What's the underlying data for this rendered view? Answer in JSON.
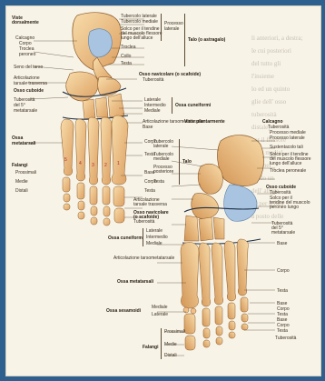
{
  "top_view": {
    "title_line1": "Viste",
    "title_line2": "dorsalmente",
    "calcagno": "Calcagno",
    "corpo": "Corpo",
    "troclea": "Troclea",
    "peroneo": "peroneo",
    "seno_tarso": "Seno del tarso",
    "articolazione": "Articolazione",
    "tarsale_trasversa": "tarsale trasversa",
    "osso_cuboide": "Osso cuboide",
    "tuberosita": "Tuberosità",
    "del5": "del 5°",
    "metatarsale": "metatarsale",
    "ossa_metatarsali": "Ossa",
    "metatarsali": "metatarsali",
    "falangi": "Falangi",
    "prossimali": "Prossimali",
    "medie": "Medie",
    "distali": "Distali",
    "tuberc_laterale": "Tubercolo laterale",
    "tuberc_mediale": "Tubercolo mediale",
    "solco1": "Solco per il tendine",
    "solco2": "del muscolo flessore",
    "solco3": "lungo dell'alluce",
    "processo": "Processo",
    "posteriore": "laterale",
    "talo_astragalo": "Talo (o astragalo)",
    "troclea2": "Troclea",
    "collo": "Collo",
    "testa": "Testa",
    "ossa_navicolare": "Osso navicolare (o scafoide)",
    "tuberosita2": "Tuberosità",
    "laterale": "Laterale",
    "intermedio": "Intermedio",
    "mediale": "Mediale",
    "ossa_cuneiformi": "Ossa cuneiformi",
    "artic_tarsometatarsale": "Articolazione tarsometatarsale",
    "base": "Base",
    "corpo2": "Corpo",
    "testa2": "Testa",
    "base2": "Base",
    "corpo3": "Corpo",
    "testa3": "Testa",
    "numbers": [
      "5",
      "4",
      "3",
      "2",
      "1"
    ]
  },
  "bottom_view": {
    "title": "Viste plantarmente",
    "calcagno": "Calcagno",
    "tuberosita": "Tuberosità",
    "proc_mediale": "Processo mediale",
    "proc_laterale": "Processo laterale",
    "sustentacolo": "Sustentacolo tali",
    "solco1": "Solco per il tendine",
    "solco2": "del muscolo flessore",
    "solco3": "lungo dell'alluce",
    "troclea": "Troclea peroneale",
    "tuberc_laterale": "Tubercolo",
    "tuberc_laterale2": "laterale",
    "tuberc_mediale": "Tubercolo",
    "tuberc_mediale2": "mediale",
    "processo": "Processo",
    "posteriore": "posteriore",
    "testa": "Testa",
    "talo": "Talo",
    "artic_tarsale": "Articolazione",
    "artic_tarsale2": "tarsale trasversa",
    "osso_navicolare": "Osso navicolare",
    "o_scafoide": "(o scafoide)",
    "tuberosita2": "Tuberosità",
    "osso_cuboide": "Osso cuboide",
    "tuberosita3": "Tuberosità",
    "solco_peroneo1": "Solco per il",
    "solco_peroneo2": "tendine del muscolo",
    "solco_peroneo3": "peroneo lungo",
    "ossa_cuneiformi": "Ossa cuneiformi",
    "laterale": "Laterale",
    "intermedio": "Intermedio",
    "mediale": "Mediale",
    "tuberosita4": "Tuberosità",
    "del5": "del 5°",
    "metatarsale": "metatarsale",
    "artic_tarsometatarsale": "Articolazione tarsometatarsale",
    "base": "Base",
    "corpo": "Corpo",
    "testa2": "Testa",
    "ossa_metatarsali": "Ossa metatarsali",
    "ossa_sesamoidi": "Ossa sesamoidi",
    "mediale2": "Mediale",
    "laterale2": "Laterale",
    "base2": "Base",
    "corpo2": "Corpo",
    "testa3": "Testa",
    "base3": "Base",
    "corpo3": "Corpo",
    "testa4": "Testa",
    "tuberosita5": "Tuberosità",
    "falangi": "Falangi",
    "prossimali": "Prossimali",
    "medie": "Medie",
    "distali": "Distali"
  },
  "background_text": [
    "li anteriori, a destra;",
    "le cui posteriori",
    "del tutto gli",
    "l'insieme",
    "lo ed un quinto",
    "glie dell' osso",
    "tuberosità",
    "distale)",
    "per il flessore",
    "della medial",
    "ose, nel",
    "grado un",
    "dell' alluce",
    "ad per il flex",
    "a posto delle"
  ],
  "colors": {
    "frame": "#2d5f8f",
    "paper": "#f7f3e7",
    "bone": "#f1c98a",
    "bone_shade": "#d89f55",
    "highlight": "#a8c4e0"
  }
}
